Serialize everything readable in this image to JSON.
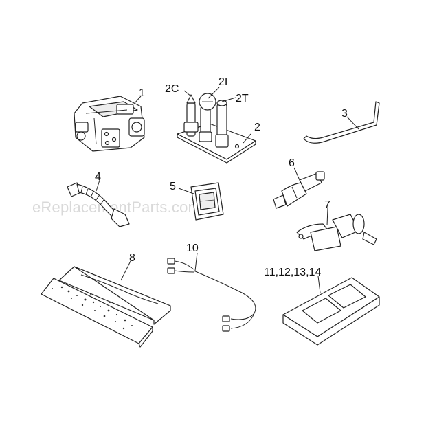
{
  "watermark": "eReplacementParts.com",
  "labels": {
    "valve": "1",
    "pilot_assembly": "2",
    "thermocouple_c": "2C",
    "igniter_i": "2I",
    "thermocouple_t": "2T",
    "pilot_tube": "3",
    "gas_connector": "4",
    "rocker_switch": "5",
    "piezo_igniter": "6",
    "burner_orifice": "7",
    "ember_logs": "8",
    "wire_harness": "10",
    "remote_kit": "11,12,13,14"
  },
  "colors": {
    "ink": "#222222",
    "watermark": "#d9d9d9",
    "background": "#ffffff"
  }
}
